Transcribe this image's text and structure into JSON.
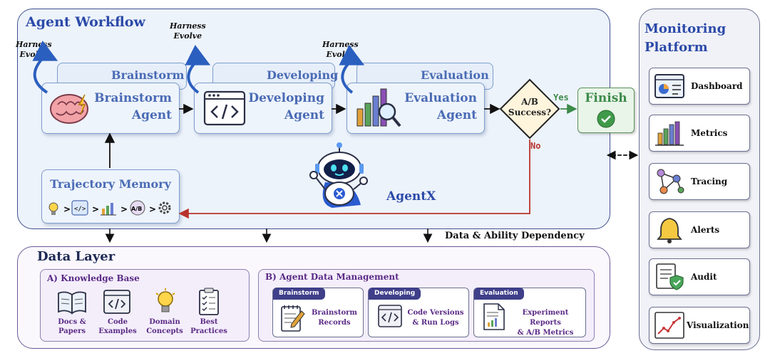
{
  "workflow": {
    "title": "Agent Workflow",
    "harness_line1": "Harness",
    "harness_line2": "Evolve",
    "brainstorm": {
      "back_label": "Brainstorm",
      "line1": "Brainstorm",
      "line2": "Agent"
    },
    "developing": {
      "back_label": "Developing",
      "line1": "Developing",
      "line2": "Agent"
    },
    "evaluation": {
      "back_label": "Evaluation",
      "line1": "Evaluation",
      "line2": "Agent"
    },
    "decision": {
      "line1": "A/B",
      "line2": "Success?"
    },
    "yes_label": "Yes",
    "no_label": "No",
    "finish_label": "Finish",
    "trajectory_title": "Trajectory Memory",
    "agentx_label": "AgentX",
    "dependency_label": "Data & Ability Dependency"
  },
  "monitoring": {
    "title_line1": "Monitoring",
    "title_line2": "Platform",
    "items": [
      {
        "label": "Dashboard",
        "icon": "dashboard-icon"
      },
      {
        "label": "Metrics",
        "icon": "bar-chart-icon"
      },
      {
        "label": "Tracing",
        "icon": "graph-nodes-icon"
      },
      {
        "label": "Alerts",
        "icon": "bell-icon"
      },
      {
        "label": "Audit",
        "icon": "shield-check-icon"
      },
      {
        "label": "Visualization",
        "icon": "line-chart-icon"
      }
    ]
  },
  "data_layer": {
    "title": "Data Layer",
    "knowledge_base": {
      "title": "A) Knowledge Base",
      "items": [
        {
          "line1": "Docs &",
          "line2": "Papers",
          "icon": "book-icon"
        },
        {
          "line1": "Code",
          "line2": "Examples",
          "icon": "code-icon"
        },
        {
          "line1": "Domain",
          "line2": "Concepts",
          "icon": "lightbulb-icon"
        },
        {
          "line1": "Best",
          "line2": "Practices",
          "icon": "checklist-icon"
        }
      ]
    },
    "agent_data": {
      "title": "B) Agent Data Management",
      "cards": [
        {
          "tab": "Brainstorm",
          "line1": "Brainstorm",
          "line2": "Records",
          "icon": "notepad-icon"
        },
        {
          "tab": "Developing",
          "line1": "Code Versions",
          "line2": "& Run Logs",
          "icon": "code-window-icon"
        },
        {
          "tab": "Evaluation",
          "line1": "Experiment Reports",
          "line2": "& A/B Metrics",
          "icon": "report-icon"
        }
      ]
    }
  },
  "colors": {
    "accent_blue": "#2b4aa8",
    "finish_green": "#3d8b4a",
    "no_red": "#b8342c",
    "purple_text": "#5a2a85"
  }
}
